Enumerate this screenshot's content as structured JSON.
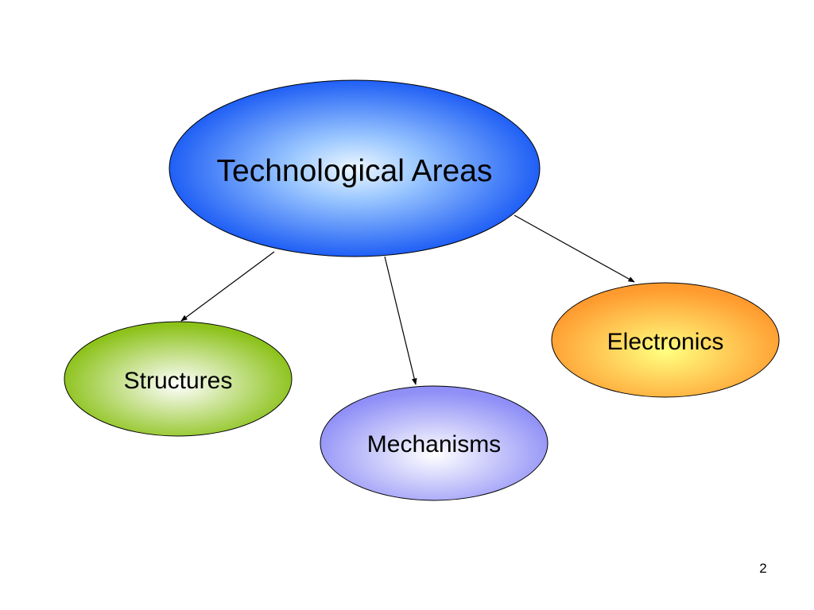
{
  "root": {
    "label": "Technological Areas",
    "fill_center": "#eef7ff",
    "fill_edge": "#1f5ff5"
  },
  "children": [
    {
      "label": "Structures",
      "fill_center": "#ffffff",
      "fill_edge": "#8cc21a"
    },
    {
      "label": "Mechanisms",
      "fill_center": "#ffffff",
      "fill_edge": "#8f8ff7"
    },
    {
      "label": "Electronics",
      "fill_center": "#ffff80",
      "fill_edge": "#ff9a2e"
    }
  ],
  "page_number": "2"
}
